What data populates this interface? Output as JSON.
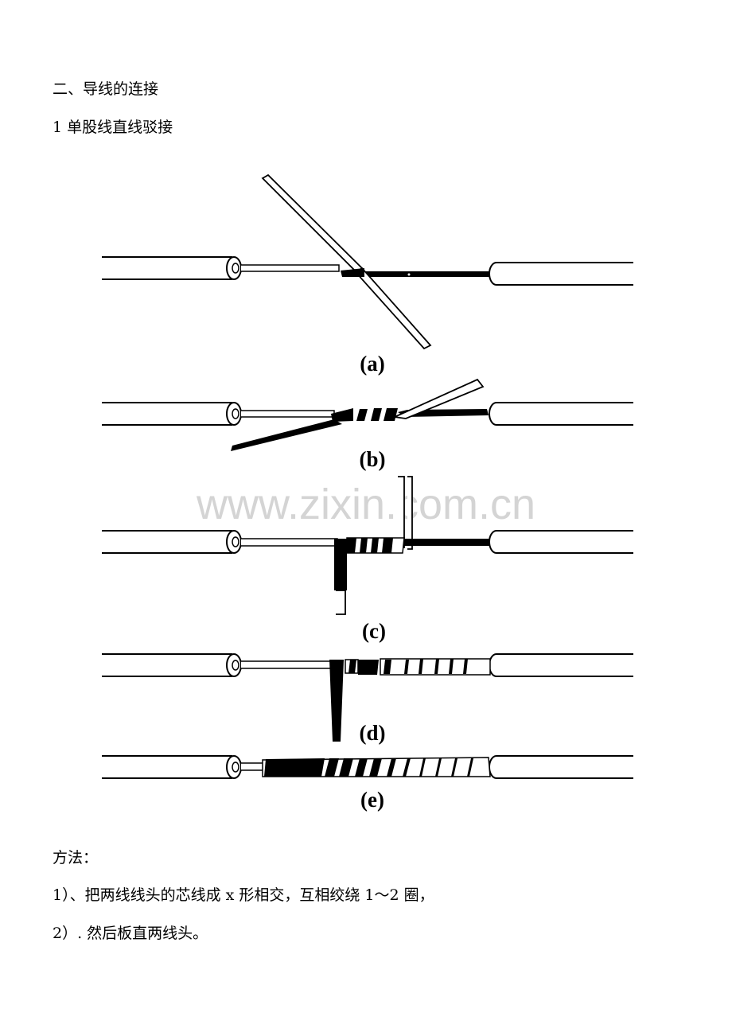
{
  "document": {
    "heading": "二、导线的连接",
    "subheading": "1 单股线直线驳接",
    "method_label": "方法：",
    "steps": [
      "1）、把两线线头的芯线成 x 形相交，互相绞绕 1～2 圈，",
      "2）. 然后板直两线头。"
    ]
  },
  "figure": {
    "labels": [
      "(a)",
      "(b)",
      "(c)",
      "(d)",
      "(e)"
    ],
    "watermark": "www.zixin.com.cn"
  }
}
